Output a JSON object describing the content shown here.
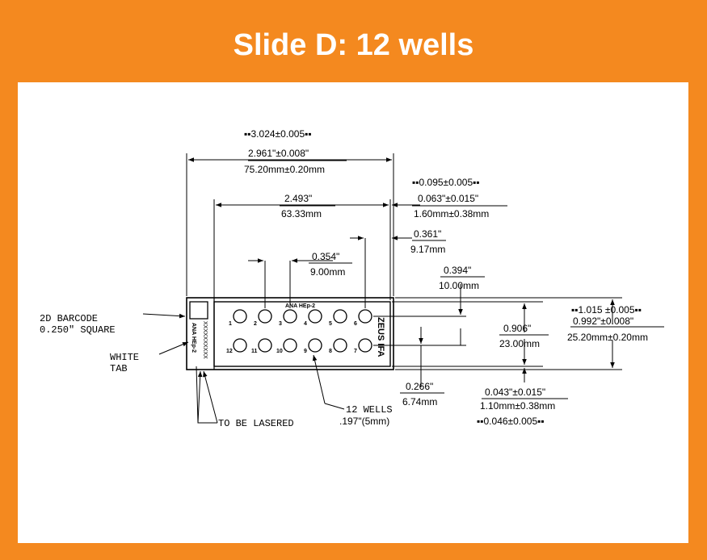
{
  "title": "Slide D: 12 wells",
  "dims": {
    "overall_top": "▪▪3.024±0.005▪▪",
    "overall_in": "2.961\"±0.008\"",
    "overall_mm": "75.20mm±0.20mm",
    "inner_in": "2.493\"",
    "inner_mm": "63.33mm",
    "edge_top": "▪▪0.095±0.005▪▪",
    "edge_in": "0.063\"±0.015\"",
    "edge_mm": "1.60mm±0.38mm",
    "endwell_in": "0.361\"",
    "endwell_mm": "9.17mm",
    "pitch_in": "0.354\"",
    "pitch_mm": "9.00mm",
    "rowoff_in": "0.394\"",
    "rowoff_mm": "10.00mm",
    "field_in": "0.906\"",
    "field_mm": "23.00mm",
    "height_top": "▪▪1.015 ±0.005▪▪",
    "height_in": "0.992\"±0.008\"",
    "height_mm": "25.20mm±0.20mm",
    "row_in": "0.266\"",
    "row_mm": "6.74mm",
    "bottom_in": "0.043\"±0.015\"",
    "bottom_mm": "1.10mm±0.38mm",
    "bottom_extra": "▪▪0.046±0.005▪▪"
  },
  "labels": {
    "barcode_1": "2D BARCODE",
    "barcode_2": "0.250\" SQUARE",
    "white_1": "WHITE",
    "white_2": "TAB",
    "lasered": "TO BE LASERED",
    "wells_1": "12 WELLS",
    "wells_2": ".197\"(5mm)",
    "slide_product": "ANA HEp-2",
    "slide_brand": "ZEUS IFA",
    "tab_text": "ANA HEp-2",
    "tab_serial": "XXXXXXXXXX"
  },
  "wells_top": [
    "1",
    "2",
    "3",
    "4",
    "5",
    "6"
  ],
  "wells_bottom": [
    "12",
    "11",
    "10",
    "9",
    "8",
    "7"
  ]
}
